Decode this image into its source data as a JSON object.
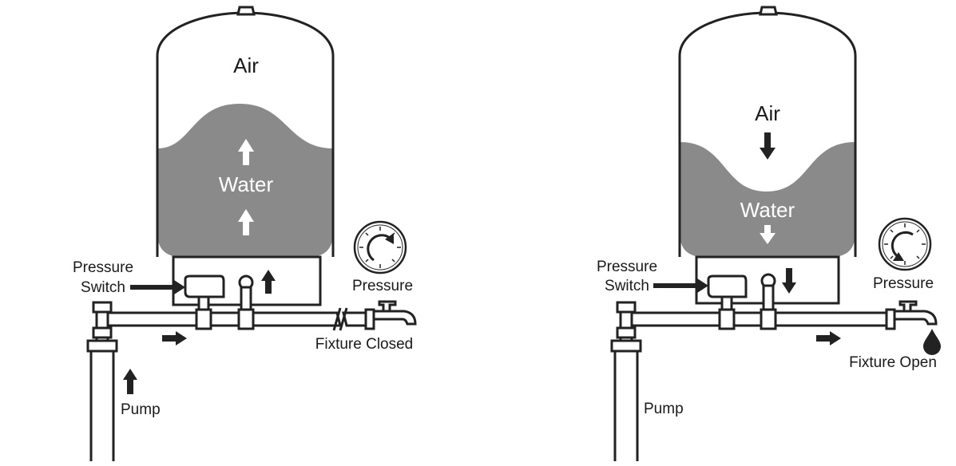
{
  "colors": {
    "water": "#8a8a8a",
    "outline": "#222222",
    "background": "#ffffff"
  },
  "left_panel": {
    "air_label": "Air",
    "water_label": "Water",
    "pressure_switch_line1": "Pressure",
    "pressure_switch_line2": "Switch",
    "pressure_label": "Pressure",
    "fixture_label": "Fixture Closed",
    "pump_label": "Pump",
    "water_fill_fraction": 0.68
  },
  "right_panel": {
    "air_label": "Air",
    "water_label": "Water",
    "pressure_switch_line1": "Pressure",
    "pressure_switch_line2": "Switch",
    "pressure_label": "Pressure",
    "fixture_label": "Fixture Open",
    "pump_label": "Pump",
    "water_fill_fraction": 0.5
  }
}
